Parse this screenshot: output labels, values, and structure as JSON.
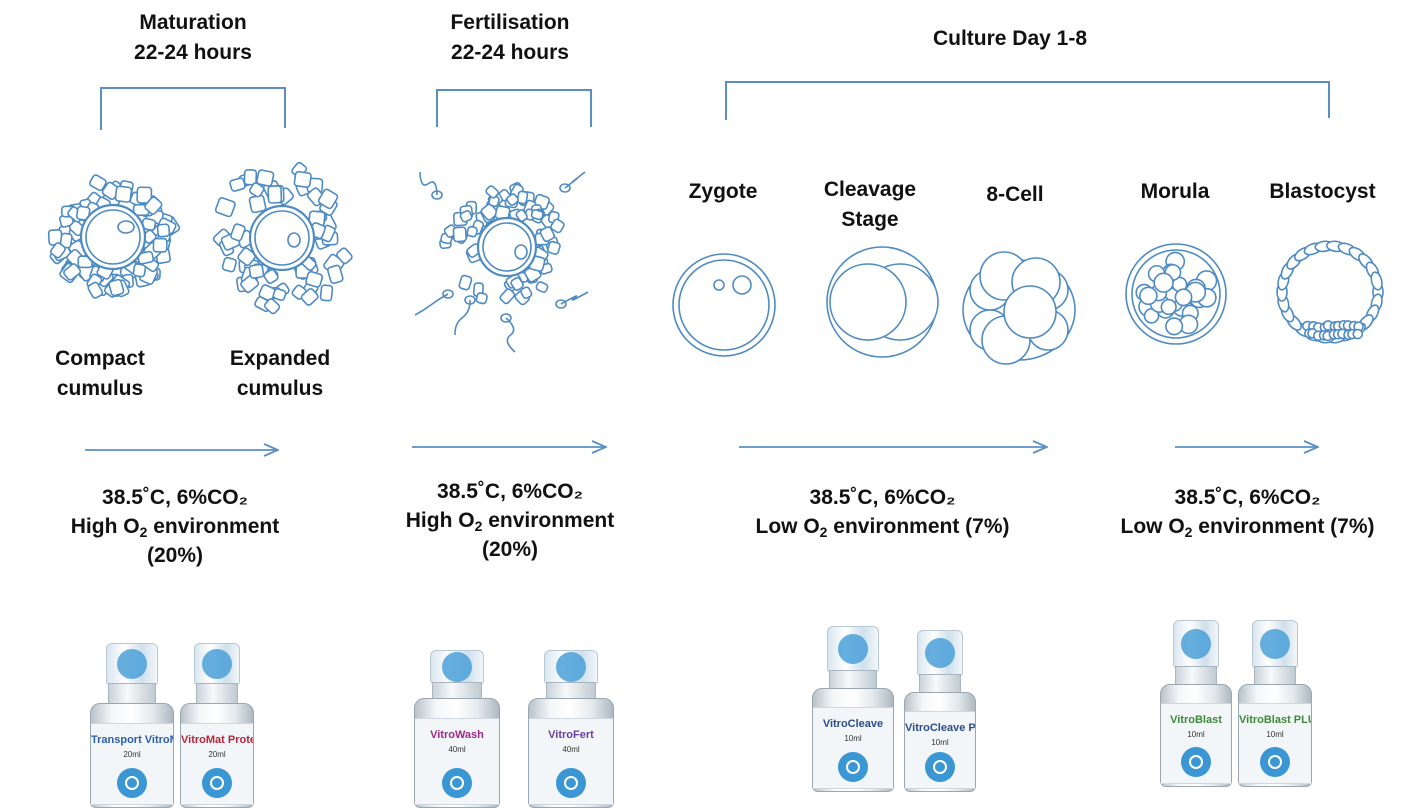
{
  "phases": [
    {
      "title": "Maturation\n22-24 hours"
    },
    {
      "title": "Fertilisation\n22-24 hours"
    },
    {
      "title": "Culture Day 1-8"
    }
  ],
  "stages": {
    "compact": "Compact\ncumulus",
    "expanded": "Expanded\ncumulus",
    "zygote": "Zygote",
    "cleavage": "Cleavage\nStage",
    "eight_cell": "8-Cell",
    "morula": "Morula",
    "blastocyst": "Blastocyst"
  },
  "conditions": [
    {
      "line1": "38.5˚C, 6%CO₂",
      "o2_prefix": "High O",
      "o2_sub": "2",
      "o2_suffix": " environment",
      "line3": "(20%)"
    },
    {
      "line1": "38.5˚C, 6%CO₂",
      "o2_prefix": "High O",
      "o2_sub": "2",
      "o2_suffix": " environment",
      "line3": "(20%)"
    },
    {
      "line1": "38.5˚C, 6%CO₂",
      "o2_prefix": "Low O",
      "o2_sub": "2",
      "o2_suffix": " environment (7%)"
    },
    {
      "line1": "38.5˚C, 6%CO₂",
      "o2_prefix": "Low O",
      "o2_sub": "2",
      "o2_suffix": " environment (7%)"
    }
  ],
  "products": [
    {
      "name": "Transport VitroMat",
      "volume": "20ml",
      "color": "#2b5fa8"
    },
    {
      "name": "VitroMat Protect",
      "volume": "20ml",
      "color": "#b5283c"
    },
    {
      "name": "VitroWash",
      "volume": "40ml",
      "color": "#9b2a8a"
    },
    {
      "name": "VitroFert",
      "volume": "40ml",
      "color": "#6a3fa0"
    },
    {
      "name": "VitroCleave",
      "volume": "10ml",
      "color": "#2b4f8a"
    },
    {
      "name": "VitroCleave PLUS",
      "volume": "10ml",
      "color": "#2b4f8a"
    },
    {
      "name": "VitroBlast",
      "volume": "10ml",
      "color": "#3d8a3a"
    },
    {
      "name": "VitroBlast PLUS",
      "volume": "10ml",
      "color": "#3d8a3a"
    }
  ],
  "colors": {
    "line": "#5b8fc2",
    "cell": "#4f8bc3"
  }
}
